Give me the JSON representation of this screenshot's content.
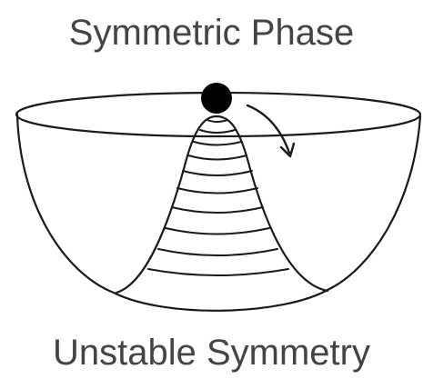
{
  "diagram": {
    "title": "Symmetric Phase",
    "caption": "Unstable Symmetry"
  },
  "colors": {
    "text": "#444444",
    "stroke": "#1a1a1a",
    "ball": "#000000"
  },
  "shapes": {
    "container": "bowl",
    "central_feature": "peak",
    "ball_position": "peak-top",
    "arrow_direction": "down-right"
  }
}
